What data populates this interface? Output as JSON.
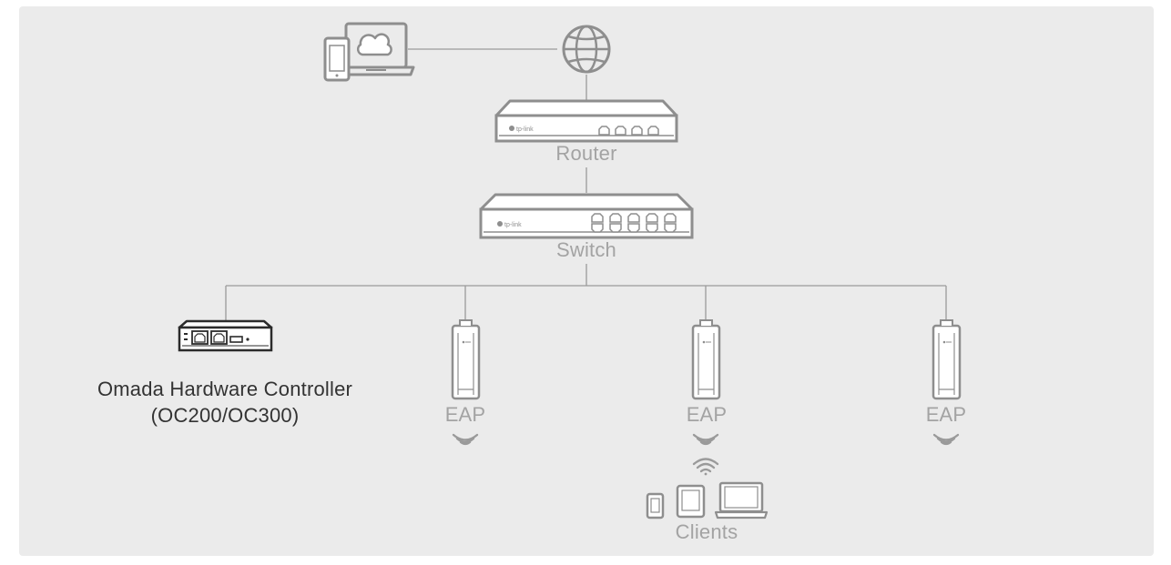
{
  "labels": {
    "router": "Router",
    "switch": "Switch",
    "controller_line1": "Omada Hardware Controller",
    "controller_line2": "(OC200/OC300)",
    "eap_1": "EAP",
    "eap_2": "EAP",
    "eap_3": "EAP",
    "clients": "Clients"
  },
  "brand_text": "tp-link",
  "colors": {
    "background": "#ebebeb",
    "device_stroke": "#8e8e8e",
    "line": "#9a9a9a",
    "label": "#a3a3a3",
    "label_dark": "#333333",
    "controller": "#2b2b2b"
  },
  "icons": [
    "internet-globe-icon",
    "cloud-devices-icon",
    "router-icon",
    "switch-icon",
    "controller-icon",
    "eap-icon",
    "wifi-icon",
    "phone-icon",
    "tablet-icon",
    "laptop-icon"
  ]
}
